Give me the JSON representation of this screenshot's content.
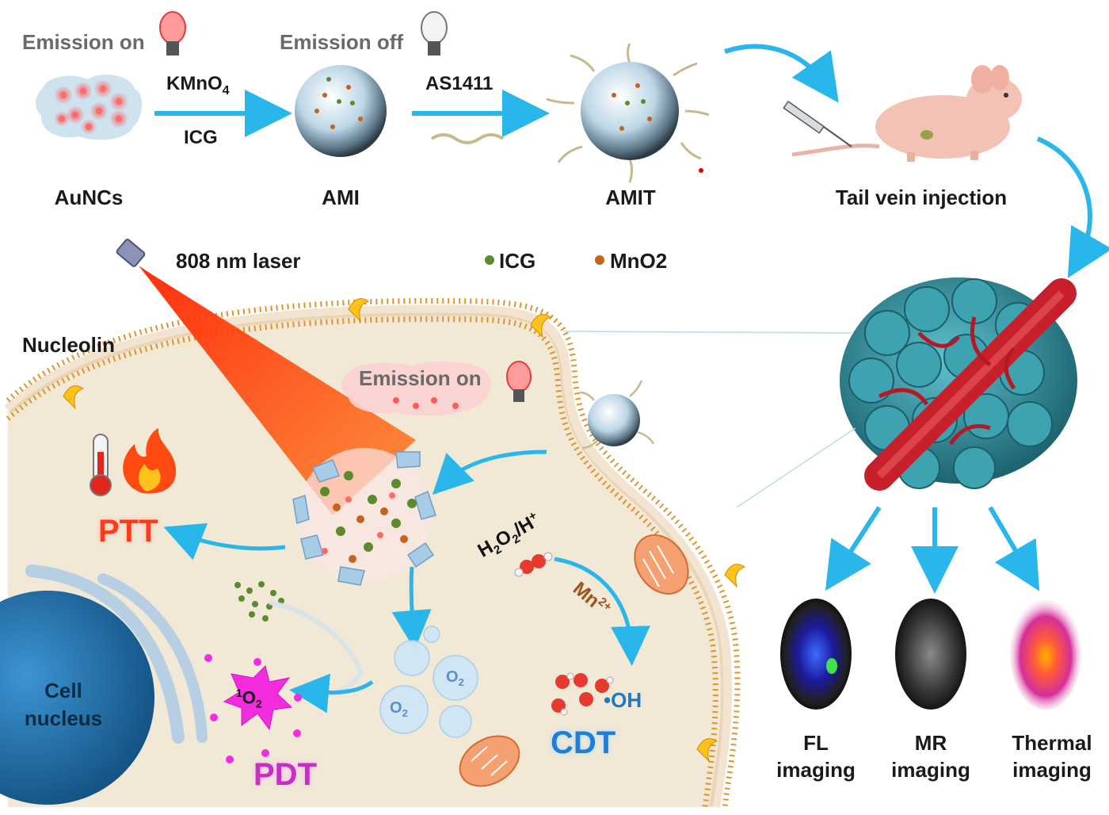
{
  "top": {
    "emission_on": "Emission on",
    "emission_off": "Emission off",
    "kmno4_main": "KMnO",
    "kmno4_sub": "4",
    "icg_reagent": "ICG",
    "as1411": "AS1411",
    "aunc_label": "AuNCs",
    "ami_label": "AMI",
    "amit_label": "AMIT",
    "injection_label": "Tail vein injection"
  },
  "cell": {
    "laser_label": "808 nm laser",
    "legend_icg": "ICG",
    "legend_mno2": "MnO2",
    "nucleolin_label": "Nucleolin",
    "emission_on": "Emission on",
    "ptt": "PTT",
    "pdt": "PDT",
    "cdt": "CDT",
    "nucleus_line1": "Cell",
    "nucleus_line2": "nucleus",
    "singlet_sup": "1",
    "singlet_main": "O",
    "singlet_sub": "2",
    "h2o2_a": "H",
    "h2o2_s1": "2",
    "h2o2_b": "O",
    "h2o2_s2": "2",
    "h2o2_c": "/H",
    "h2o2_sup": "+",
    "mn_main": "Mn",
    "mn_sup": "2+",
    "oh": "•OH",
    "o2_a_main": "O",
    "o2_a_sub": "2",
    "o2_b_main": "O",
    "o2_b_sub": "2"
  },
  "imaging": {
    "fl_line1": "FL",
    "fl_line2": "imaging",
    "mr_line1": "MR",
    "mr_line2": "imaging",
    "th_line1": "Thermal",
    "th_line2": "imaging"
  },
  "colors": {
    "arrow": "#29b6ea",
    "cytoplasm": "#f1e8d6",
    "membrane": "#e0922e",
    "nucleus": "#1d6fa8",
    "tumor": "#2f8d99",
    "vessel": "#c8202a",
    "icg": "#5d8a2c",
    "mno2": "#c4621e"
  }
}
